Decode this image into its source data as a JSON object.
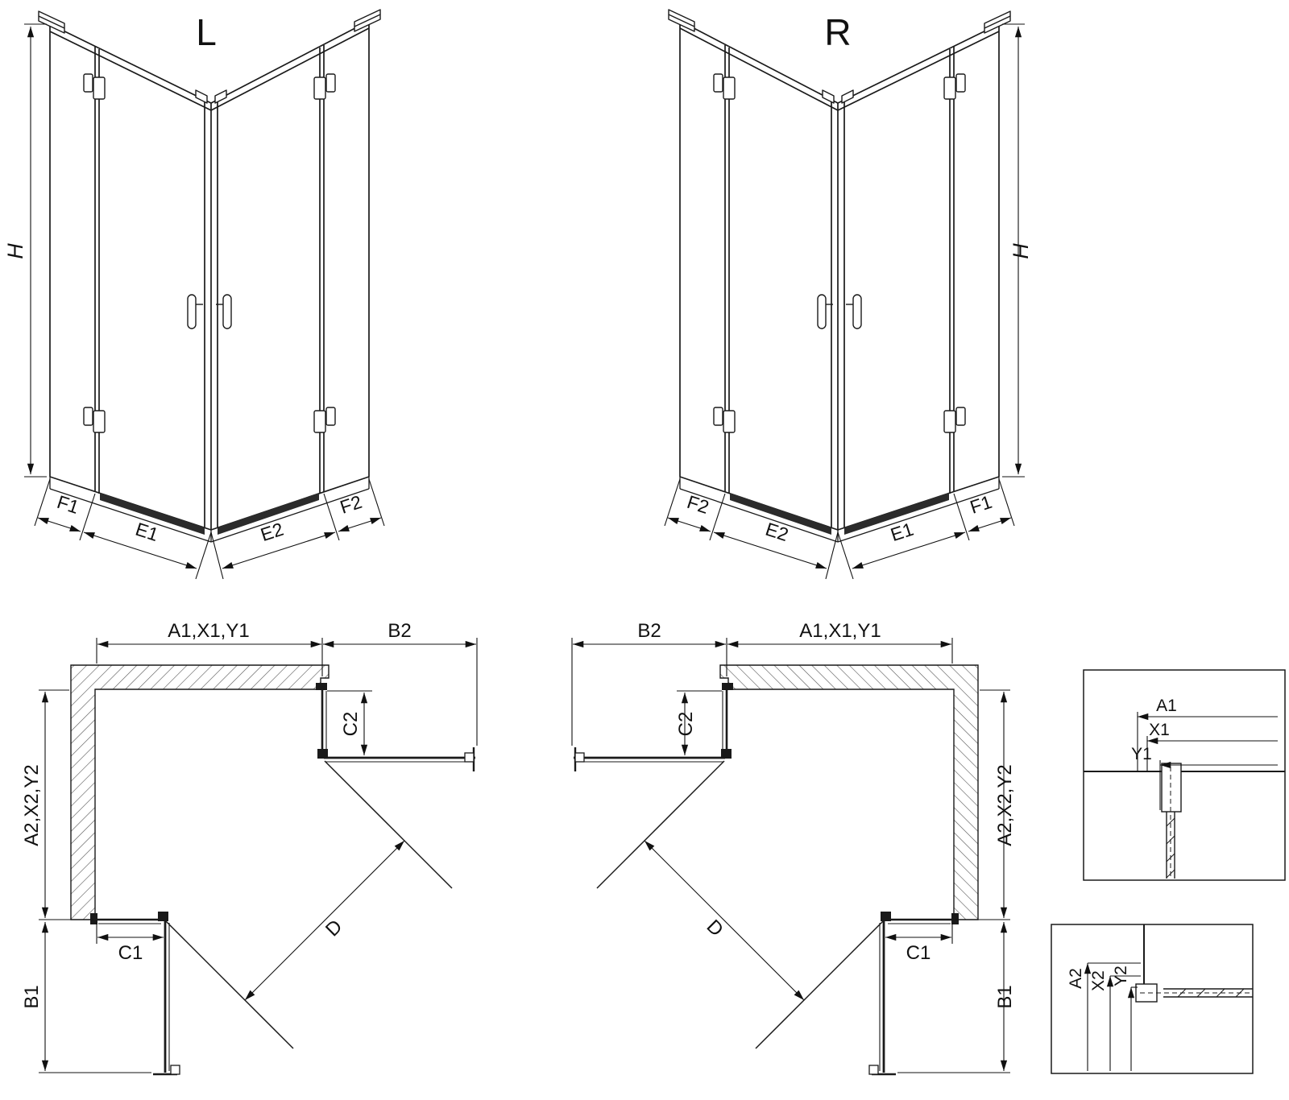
{
  "page": {
    "background": "#ffffff",
    "line_color": "#1a1a1a",
    "hardware_dark": "#2b2b2b"
  },
  "iso_left": {
    "title": "L",
    "dim_height": "H",
    "dim_f1": "F1",
    "dim_e1": "E1",
    "dim_e2": "E2",
    "dim_f2": "F2"
  },
  "iso_right": {
    "title": "R",
    "dim_height": "H",
    "dim_f2": "F2",
    "dim_e2": "E2",
    "dim_e1": "E1",
    "dim_f1": "F1"
  },
  "plan_left": {
    "dim_width_top": "A1,X1,Y1",
    "dim_door_top": "B2",
    "dim_return_top": "C2",
    "dim_depth_side": "A2,X2,Y2",
    "dim_return_bottom": "C1",
    "dim_door_bottom": "B1",
    "dim_diagonal": "D"
  },
  "plan_right": {
    "dim_width_top": "A1,X1,Y1",
    "dim_door_top": "B2",
    "dim_return_top": "C2",
    "dim_depth_side": "A2,X2,Y2",
    "dim_return_bottom": "C1",
    "dim_door_bottom": "B1",
    "dim_diagonal": "D"
  },
  "detail_top": {
    "dim_a1": "A1",
    "dim_x1": "X1",
    "dim_y1": "Y1"
  },
  "detail_bottom": {
    "dim_a2": "A2",
    "dim_x2": "X2",
    "dim_y2": "Y2"
  }
}
